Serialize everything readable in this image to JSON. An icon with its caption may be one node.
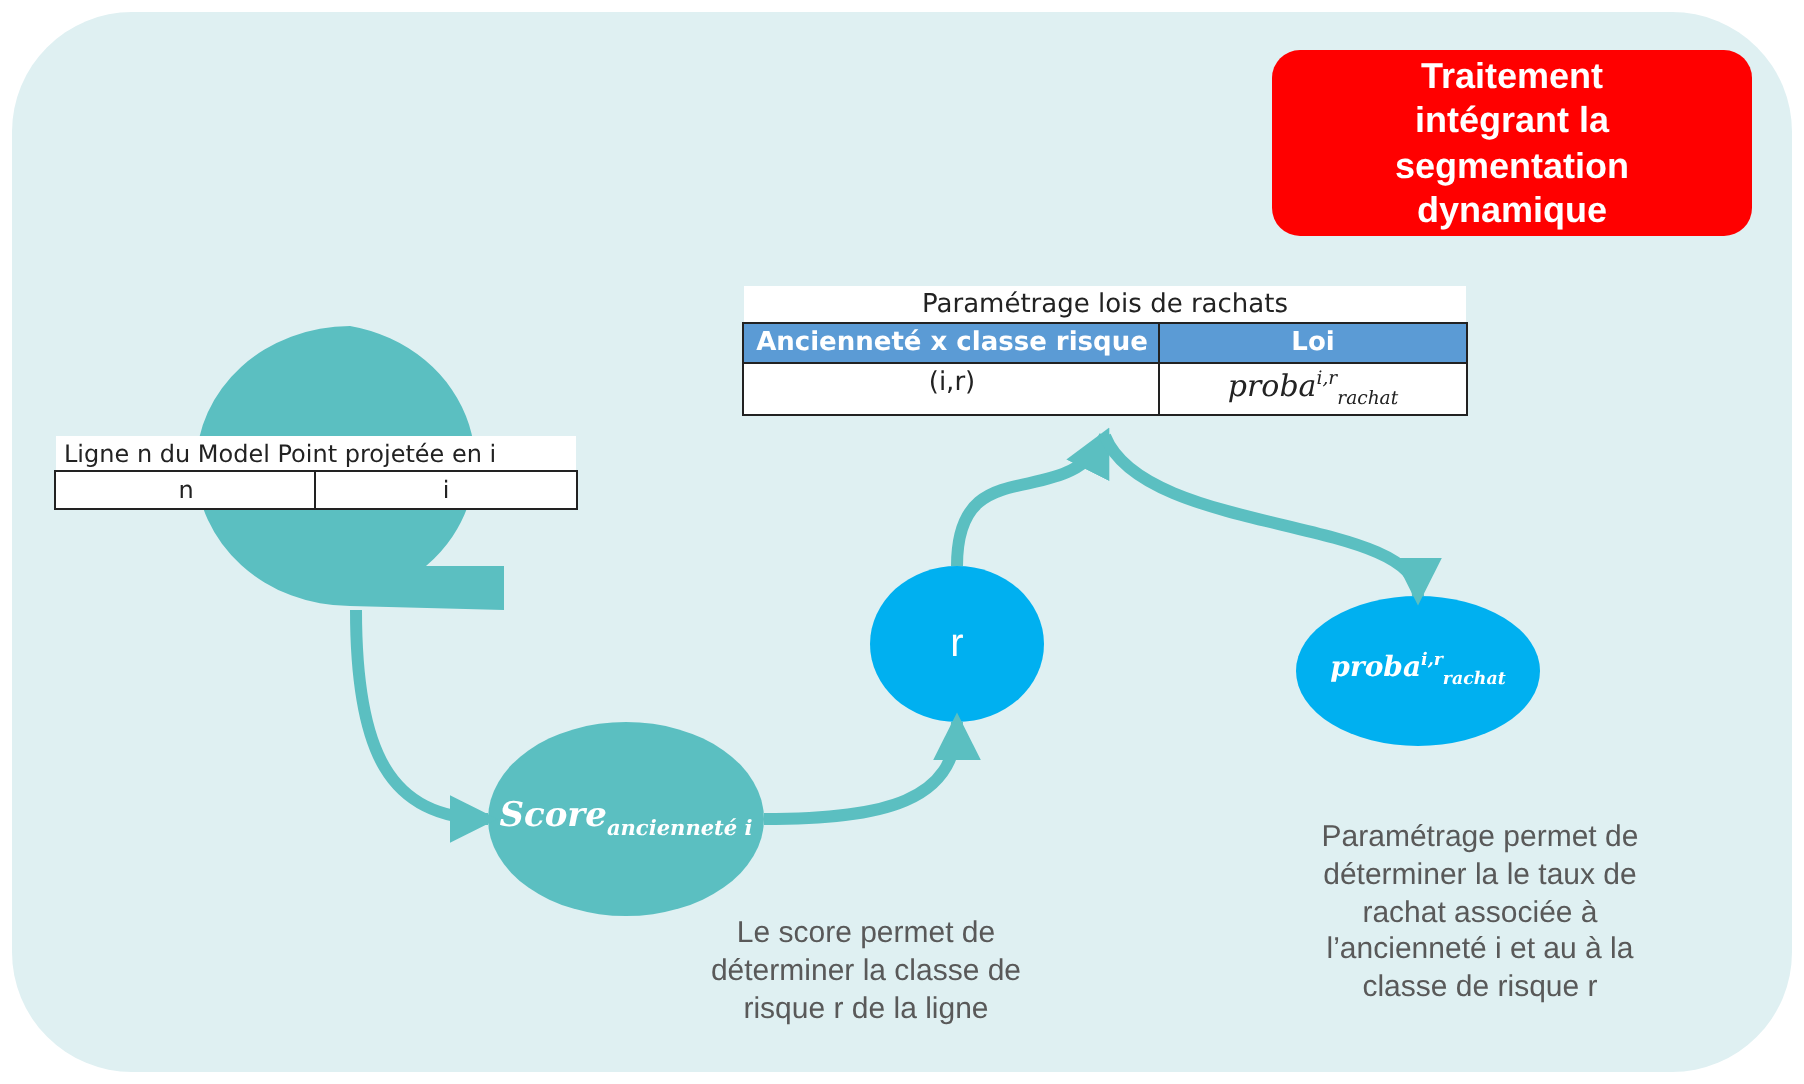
{
  "diagram": {
    "nodes": [
      {
        "text": [],
        "shape": "circle"
      },
      {
        "text": [
          "Ligne n du Model Point projetée en i",
          "n",
          "i"
        ]
      },
      {
        "text": [
          "Score$_{ancienneté i}$"
        ],
        "beside": [
          "Le score permet de déterminer la classe de risque r de la ligne"
        ]
      },
      {
        "text": [
          "r"
        ]
      },
      {
        "text": [
          "Paramétrage lois de rachats",
          "Ancienneté x classe risque",
          "Loi",
          "(i,r)",
          "proba$^{i,r}$$_{rachat}$"
        ]
      },
      {
        "text": [
          "proba$^{i,r}$$_{rachat}$"
        ],
        "beside": [
          "Paramétrage permet de déterminer la le taux de rachat associée à l’ancienneté i et au à la classe de risque r"
        ]
      },
      {
        "text": [
          "Traitement intégrant la segmentation dynamique"
        ]
      }
    ],
    "edges": [
      {
        "from": 0,
        "to": 2,
        "arrow": "to"
      },
      {
        "from": 2,
        "to": 3,
        "arrow": "to"
      },
      {
        "from": 3,
        "to": 4,
        "arrow": "to"
      },
      {
        "from": 4,
        "to": 5,
        "arrow": "to"
      }
    ]
  }
}
